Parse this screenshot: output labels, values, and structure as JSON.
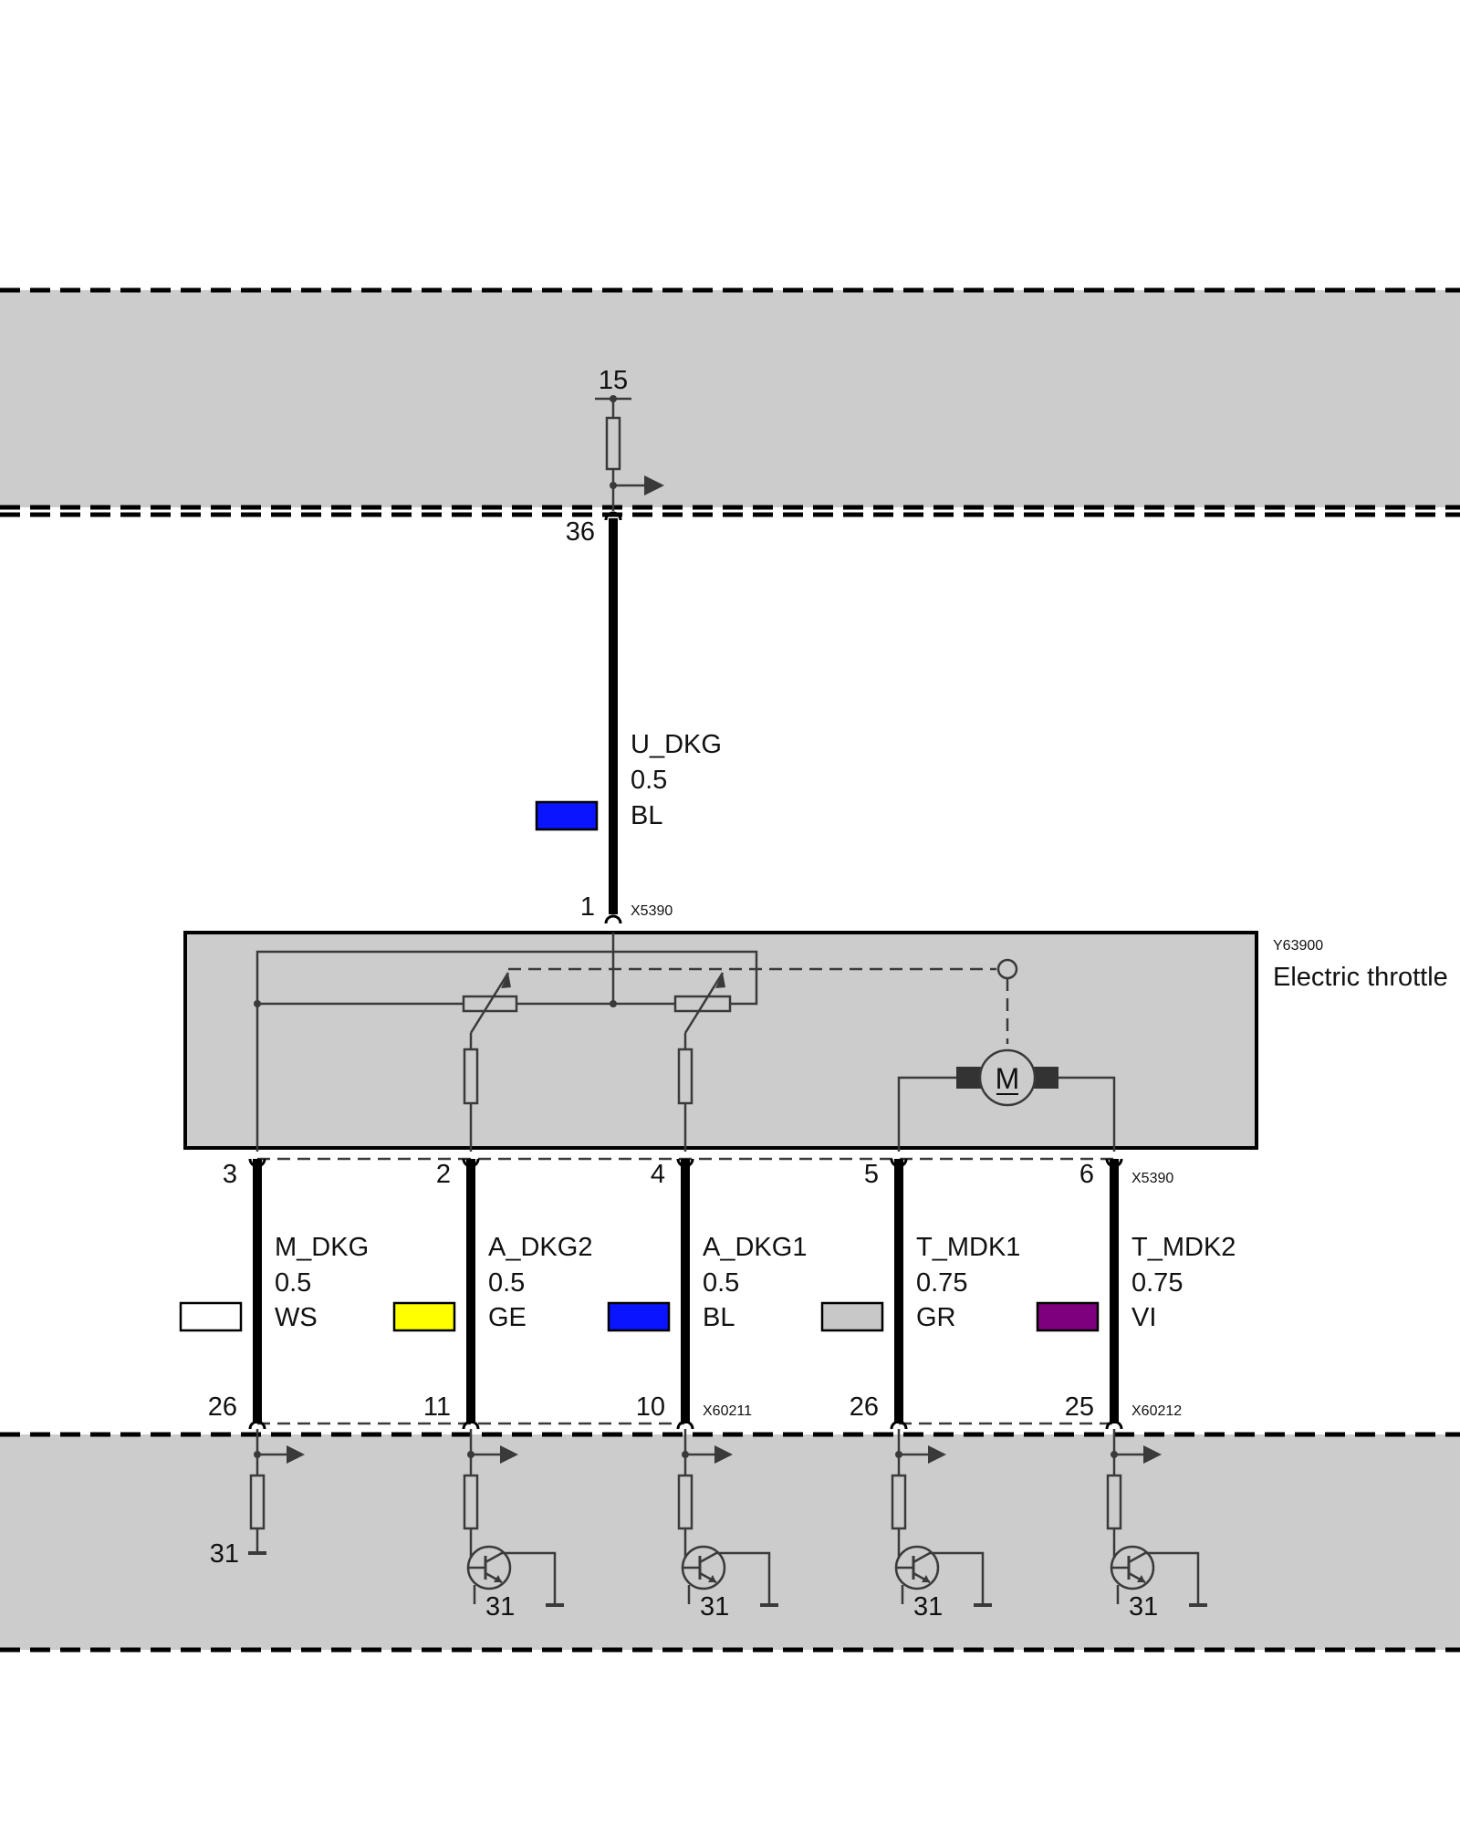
{
  "top_module": {
    "supply_terminal": "15",
    "output_pin": "36"
  },
  "supply_wire": {
    "signal": "U_DKG",
    "gauge": "0.5",
    "color_code": "BL",
    "color_hex": "#0a14ff",
    "component_pin": "1",
    "connector": "X5390"
  },
  "component": {
    "id": "Y63900",
    "name": "Electric throttle",
    "motor_symbol": "M",
    "connector": "X5390"
  },
  "bottom_module": {
    "connector_left": "X60211",
    "connector_right": "X60212",
    "ground_terminal": "31"
  },
  "wires": [
    {
      "component_pin": "3",
      "ecu_pin": "26",
      "signal": "M_DKG",
      "gauge": "0.5",
      "color_code": "WS",
      "color_hex": "#ffffff"
    },
    {
      "component_pin": "2",
      "ecu_pin": "11",
      "signal": "A_DKG2",
      "gauge": "0.5",
      "color_code": "GE",
      "color_hex": "#ffff00"
    },
    {
      "component_pin": "4",
      "ecu_pin": "10",
      "signal": "A_DKG1",
      "gauge": "0.5",
      "color_code": "BL",
      "color_hex": "#0a14ff"
    },
    {
      "component_pin": "5",
      "ecu_pin": "26",
      "signal": "T_MDK1",
      "gauge": "0.75",
      "color_code": "GR",
      "color_hex": "#c8c8c8"
    },
    {
      "component_pin": "6",
      "ecu_pin": "25",
      "signal": "T_MDK2",
      "gauge": "0.75",
      "color_code": "VI",
      "color_hex": "#7f007f"
    }
  ]
}
